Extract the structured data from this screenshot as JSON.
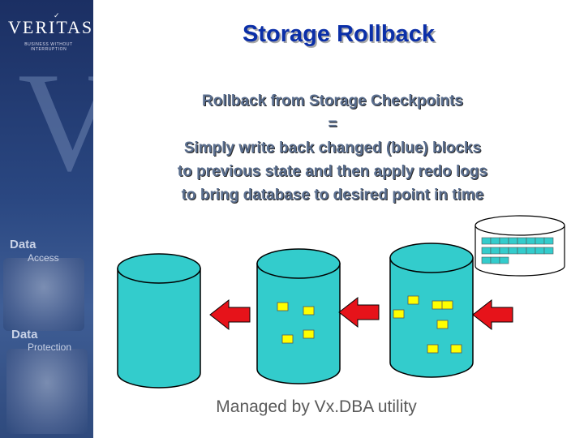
{
  "slide": {
    "title": "Storage Rollback",
    "lines": [
      "Rollback from Storage Checkpoints",
      "=",
      "Simply write back changed (blue) blocks",
      "to previous state and then apply redo logs",
      "to bring database to desired point in time"
    ],
    "footer": "Managed by Vx.DBA utility"
  },
  "sidebar": {
    "logo": "VERITAS",
    "tagline": "BUSINESS WITHOUT INTERRUPTION",
    "sections": [
      {
        "label": "Data",
        "sub": "Access"
      },
      {
        "label": "Data",
        "sub": "Protection"
      }
    ]
  },
  "colors": {
    "cylinder_fill": "#33cccc",
    "block_fill": "#ffff00",
    "arrow_fill": "#e6131a",
    "title": "#0b2fa8",
    "sidebar": "#2a4781"
  }
}
